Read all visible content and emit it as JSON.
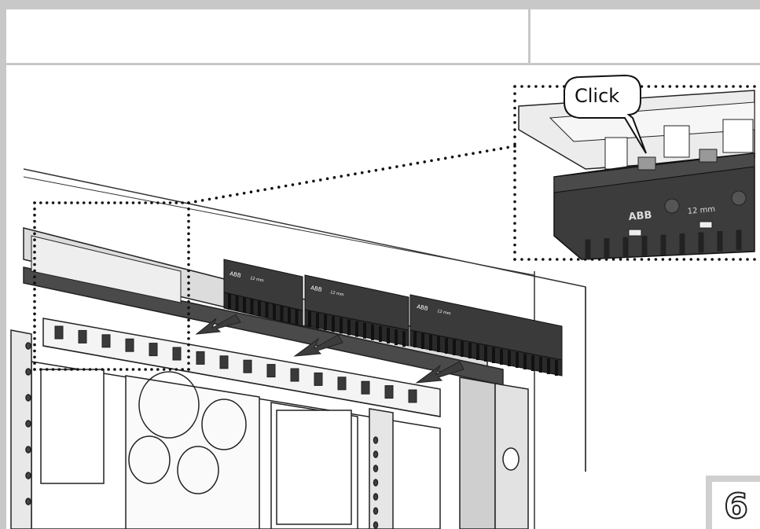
{
  "callout": {
    "label": "Click"
  },
  "step": {
    "number": "6"
  },
  "terminal_blocks": [
    {
      "brand": "ABB",
      "size": "12 mm"
    },
    {
      "brand": "ABB",
      "size": "12 mm"
    },
    {
      "brand": "ABB",
      "size": "12 mm"
    }
  ],
  "detail": {
    "brand": "ABB",
    "size": "12 mm"
  },
  "colors": {
    "frame": "#c8c8c8",
    "block": "#3a3a3a",
    "arrow": "#3c3c3c",
    "outline": "#222222"
  }
}
